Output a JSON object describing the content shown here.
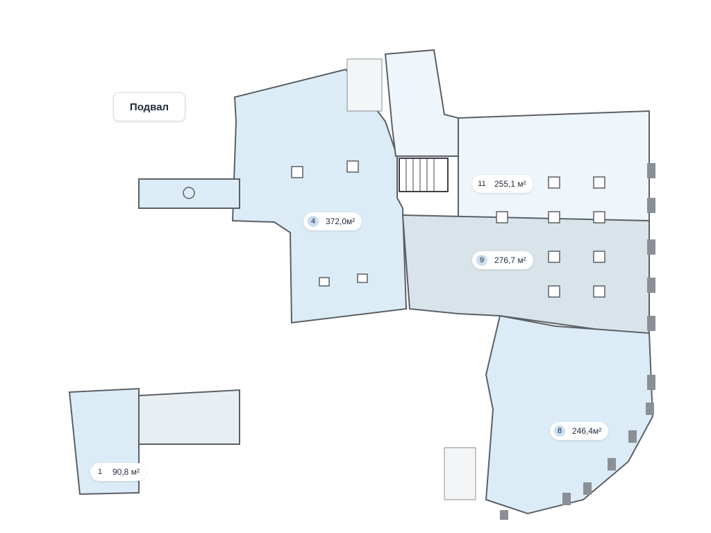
{
  "floor": {
    "label": "Подвал"
  },
  "rooms": [
    {
      "number": "4",
      "area": "372,0м²"
    },
    {
      "number": "11",
      "area": "255,1 м²"
    },
    {
      "number": "9",
      "area": "276,7 м²"
    },
    {
      "number": "8",
      "area": "246,4м²"
    },
    {
      "number": "1",
      "area": "90,8 м²"
    }
  ],
  "colors": {
    "room_blue": "#dcecf7",
    "room_light": "#eef5fb",
    "room_gray": "#d9e3ea",
    "room_pale": "#e8eef2",
    "wall": "#5a5f66",
    "column": "#ffffff",
    "badge_number_bg": "#c9def0"
  }
}
